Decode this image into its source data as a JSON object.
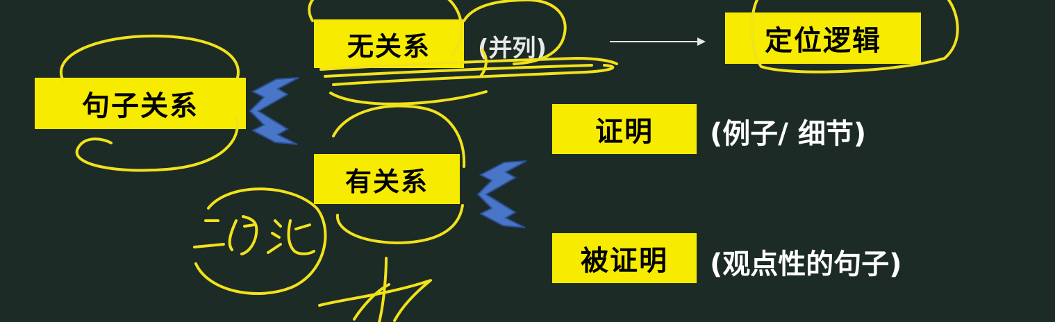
{
  "diagram": {
    "root": "句子关系",
    "branch_none": "无关系",
    "branch_none_note": "(并列)",
    "branch_none_target": "定位逻辑",
    "branch_related": "有关系",
    "sub_prove": "证明",
    "sub_prove_note": "(例子/ 细节)",
    "sub_proved": "被证明",
    "sub_proved_note": "(观点性的句子)"
  },
  "handwriting": {
    "circled_note": "二分法"
  },
  "colors": {
    "background": "#1d2b27",
    "box_fill": "#f7ec00",
    "ink": "#f2e21a",
    "brace": "#4a76c8",
    "text_light": "#ffffff"
  },
  "icons": [
    "brace-arrow-icon",
    "arrow-right-icon",
    "star-doodle-icon"
  ]
}
